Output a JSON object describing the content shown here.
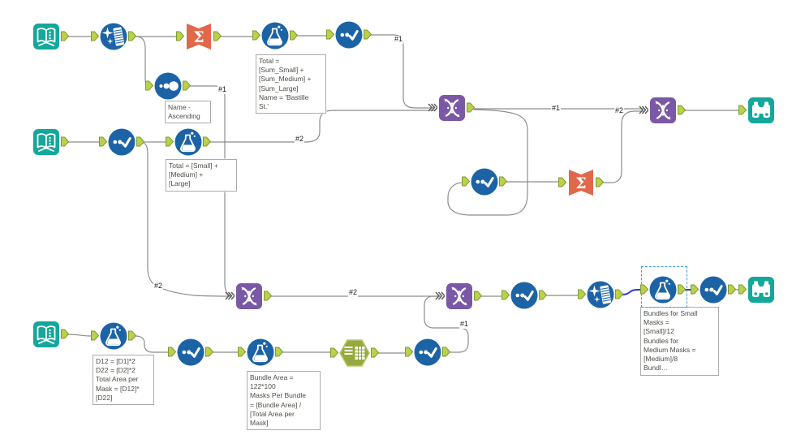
{
  "app": {
    "name": "workflow-canvas"
  },
  "colors": {
    "teal": "#14a79b",
    "blue": "#1c63a6",
    "purple": "#7a58a5",
    "coral": "#e0684b",
    "olive": "#95a93d",
    "olive_border": "#bac871",
    "anchor": "#b9d14b",
    "anchor_border": "#7f9b2d",
    "wire": "#8c8c8c",
    "selected_wire": "#2e3ac2",
    "selection_box": "#3c9ce8",
    "annotation_border": "#ababab",
    "annotation_text": "#4c4f47",
    "white": "#ffffff"
  },
  "tools": {
    "input1": "Input Data",
    "cleanse1": "Data Cleansing",
    "summarize1": "Summarize",
    "formula1": "Formula",
    "select1": "Select",
    "sort1": "Sort",
    "input2": "Input Data",
    "select2": "Select",
    "formula2": "Formula",
    "union1": "Union",
    "select_mid": "Select",
    "summarize2": "Summarize",
    "union2": "Union",
    "browse1": "Browse",
    "union3": "Union",
    "union4": "Union",
    "select5": "Select",
    "cleanse2": "Data Cleansing",
    "formula4": "Formula",
    "select6": "Select",
    "browse2": "Browse",
    "input3": "Input Data",
    "formula_d": "Formula",
    "select3": "Select",
    "formula_b": "Formula",
    "crosstab": "Cross Tab",
    "select4": "Select"
  },
  "annotations": {
    "formula_total_sum": "Total =\n[Sum_Small] +\n[Sum_Medium] +\n[Sum_Large]\nName = 'Bastille\nSt.'",
    "sort_name_ascending": "Name -\nAscending",
    "formula_total": "Total = [Small] +\n[Medium] +\n[Large]",
    "formula_area": "D12 = [D1]*2\nD22 = [D2]*2\nTotal Area per\nMask = [D12]*\n[D22]",
    "formula_bundle": "Bundle Area =\n122*100\nMasks Per Bundle\n= [Bundle Area] /\n[Total Area per\nMask]",
    "formula_bundles_masks": "Bundles for Small\nMasks =\n[Small]/12\nBundles for\nMedium Masks =\n[Medium]/8\nBundl…"
  },
  "connection_labels": {
    "select1_to_union1": "#1",
    "sort_to_union3": "#1",
    "formula2_to_union1": "#2",
    "select2_to_union3": "#2",
    "union1_to_union2": "#1",
    "summarize2_to_union2": "#2",
    "union3_to_union4": "#2",
    "select4_to_union4": "#1"
  }
}
